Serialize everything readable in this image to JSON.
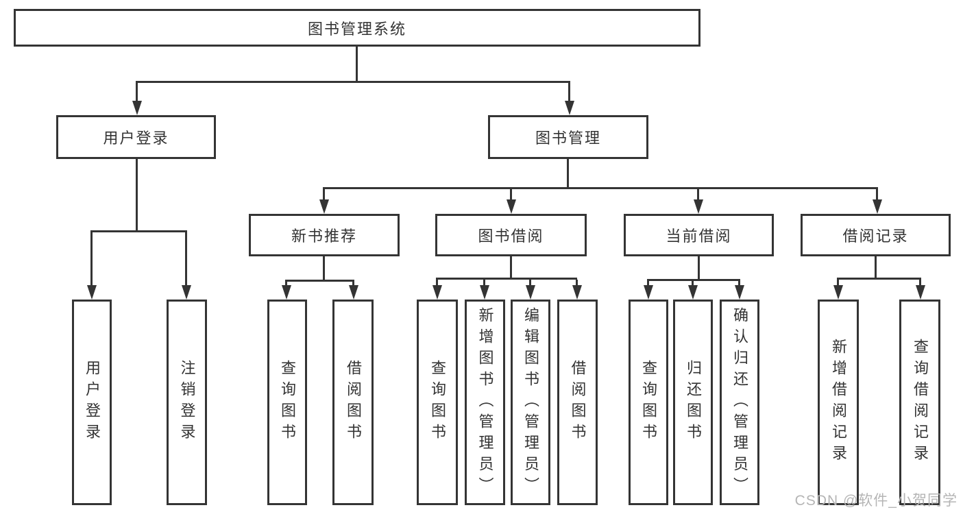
{
  "tree": {
    "label": "图书管理系统",
    "children": [
      {
        "label": "用户登录",
        "children": [
          {
            "label": "用户登录"
          },
          {
            "label": "注销登录"
          }
        ]
      },
      {
        "label": "图书管理",
        "children": [
          {
            "label": "新书推荐",
            "children": [
              {
                "label": "查询图书"
              },
              {
                "label": "借阅图书"
              }
            ]
          },
          {
            "label": "图书借阅",
            "children": [
              {
                "label": "查询图书"
              },
              {
                "label": "新增图书（管理员）"
              },
              {
                "label": "编辑图书（管理员）"
              },
              {
                "label": "借阅图书"
              }
            ]
          },
          {
            "label": "当前借阅",
            "children": [
              {
                "label": "查询图书"
              },
              {
                "label": "归还图书"
              },
              {
                "label": "确认归还（管理员）"
              }
            ]
          },
          {
            "label": "借阅记录",
            "children": [
              {
                "label": "新增借阅记录"
              },
              {
                "label": "查询借阅记录"
              }
            ]
          }
        ]
      }
    ]
  },
  "watermark": {
    "text": "CSDN @软件_小贺同学"
  },
  "colors": {
    "line": "#343434",
    "text": "#333333",
    "watermark": "#b5b5b5",
    "background": "#ffffff"
  }
}
